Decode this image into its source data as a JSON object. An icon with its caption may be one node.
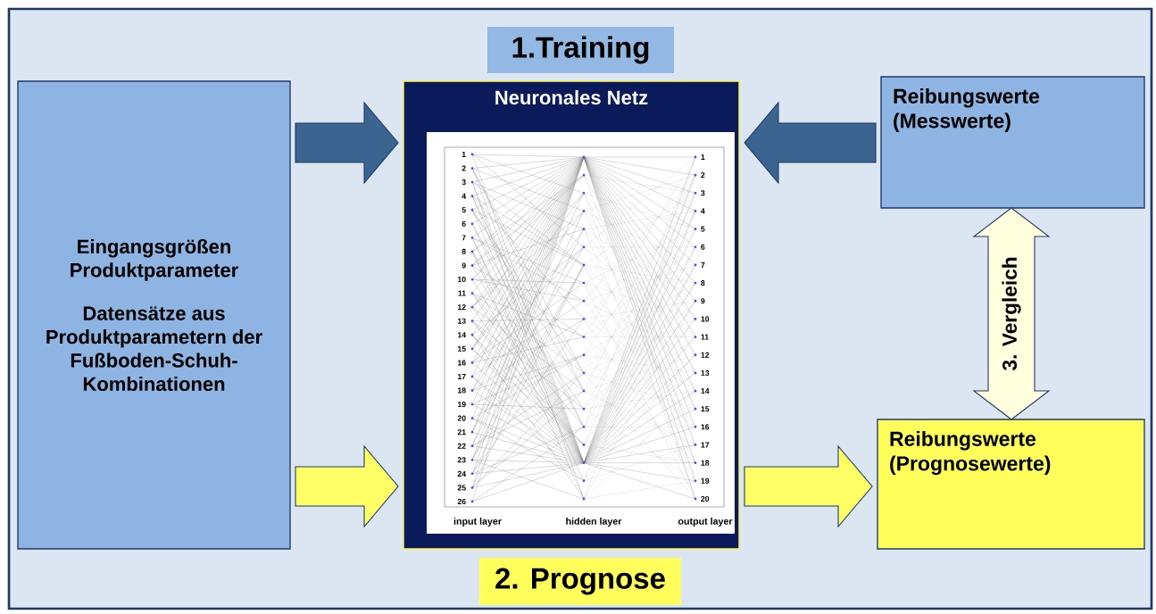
{
  "diagram": {
    "nodes": [
      {
        "text": [
          "1.Training"
        ]
      },
      {
        "text": [
          "Eingangsgrößen Produktparameter",
          "Datensätze aus Produktparametern der Fußboden-Schuh-Kombinationen"
        ]
      },
      {
        "text": [
          "Neuronales Netz"
        ]
      },
      {
        "text": [
          "Reibungswerte (Messwerte)"
        ]
      },
      {
        "text": [
          "Reibungswerte (Prognosewerte)"
        ]
      },
      {
        "text": [
          "2. Prognose"
        ]
      }
    ],
    "edges": [
      {
        "from": 1,
        "to": 2,
        "arrow": "to",
        "color": "#3c6490"
      },
      {
        "from": 1,
        "to": 2,
        "arrow": "to",
        "color": "#ffff66"
      },
      {
        "from": 3,
        "to": 2,
        "arrow": "to",
        "color": "#3c6490"
      },
      {
        "from": 2,
        "to": 4,
        "arrow": "to",
        "color": "#ffff66"
      },
      {
        "from": 3,
        "to": 4,
        "arrow": "both",
        "label": "3. Vergleich",
        "color": "#ffffdd"
      }
    ],
    "labels": [
      "1",
      "2",
      "3",
      "4",
      "5",
      "6",
      "7",
      "8",
      "9",
      "10",
      "11",
      "12",
      "13",
      "14",
      "15",
      "16",
      "17",
      "18",
      "19",
      "20",
      "21",
      "22",
      "23",
      "24",
      "25",
      "26",
      "1",
      "2",
      "3",
      "4",
      "5",
      "6",
      "7",
      "8",
      "9",
      "10",
      "11",
      "12",
      "13",
      "14",
      "15",
      "16",
      "17",
      "18",
      "19",
      "20",
      "input layer",
      "hidden layer",
      "output layer"
    ]
  }
}
